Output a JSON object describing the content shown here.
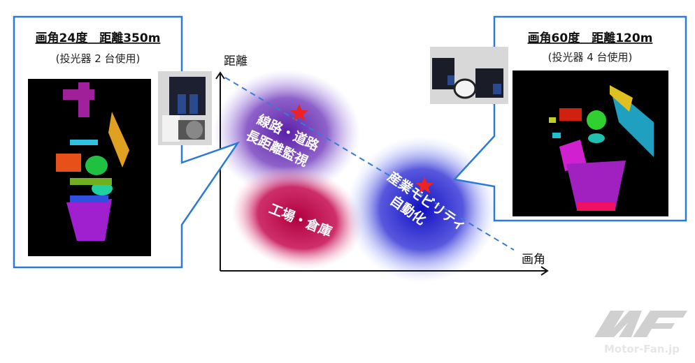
{
  "left_panel": {
    "title": "画角24度　距離350m",
    "subtitle": "(投光器 2 台使用)"
  },
  "right_panel": {
    "title": "画角60度　距離120m",
    "subtitle": "(投光器 4 台使用)"
  },
  "axes": {
    "y_label": "距離",
    "x_label": "画角"
  },
  "regions": [
    {
      "line1": "線路・道路",
      "line2": "長距離監視",
      "color": "#7030a0"
    },
    {
      "line1": "工場・倉庫",
      "color": "#c00050"
    },
    {
      "line1": "産業モビリティ",
      "line2": "自動化",
      "color": "#1a1ad0"
    }
  ],
  "colors": {
    "frame": "#2a7ad8",
    "star": "#ee2222",
    "dash": "#3a7ad0"
  },
  "watermark": {
    "logo": "MF",
    "text": "Motor-Fan.jp"
  }
}
